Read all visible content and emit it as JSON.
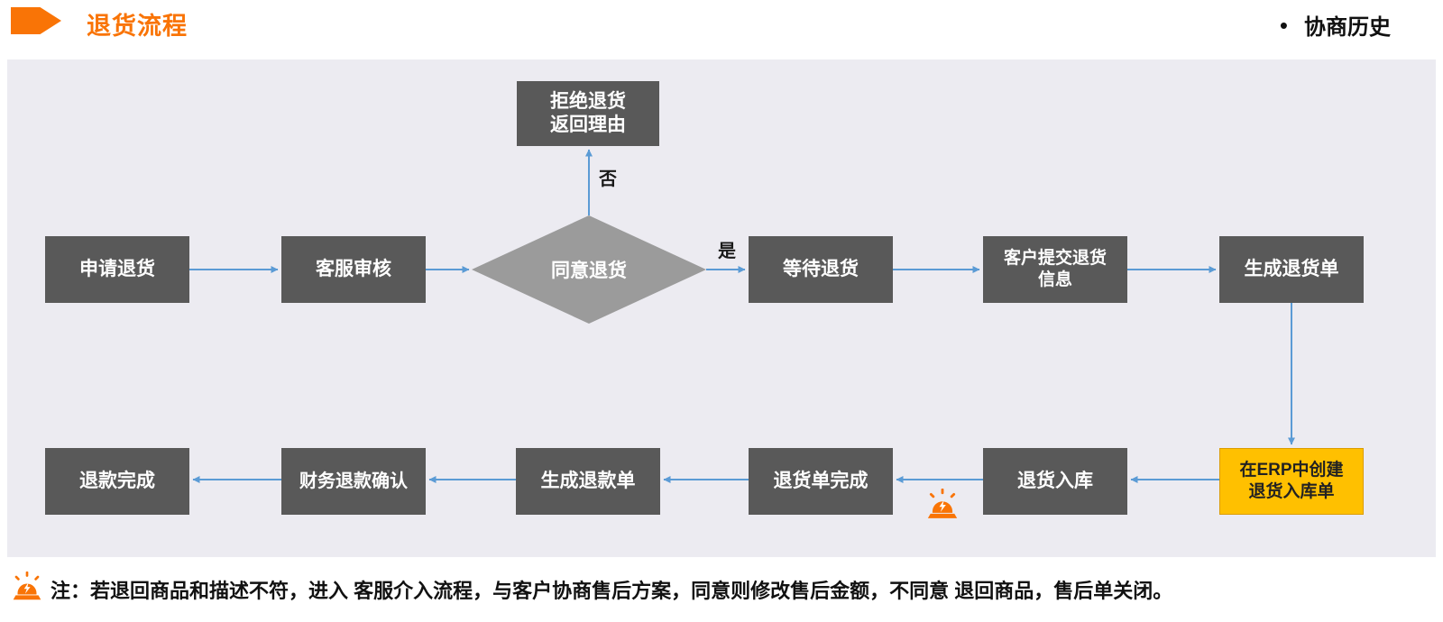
{
  "header": {
    "title": "退货流程",
    "legend_bullet": "•",
    "legend_label": "协商历史"
  },
  "flow": {
    "nodes": {
      "apply": "申请退货",
      "review": "客服审核",
      "decision": "同意退货",
      "reject": "拒绝退货\n返回理由",
      "wait": "等待退货",
      "submit_info": "客户提交退货\n信息",
      "generate_return": "生成退货单",
      "erp": "在ERP中创建\n退货入库单",
      "inbound": "退货入库",
      "return_done": "退货单完成",
      "refund_order": "生成退款单",
      "finance_confirm": "财务退款确认",
      "refund_done": "退款完成"
    },
    "edge_labels": {
      "no": "否",
      "yes": "是"
    }
  },
  "note": {
    "text": "注：若退回商品和描述不符，进入 客服介入流程，与客户协商售后方案，同意则修改售后金额，不同意 退回商品，售后单关闭。"
  },
  "colors": {
    "accent_orange": "#F97406",
    "box_gray": "#595959",
    "diamond_gray": "#9B9B9B",
    "arrow_blue": "#5B9BD5",
    "erp_yellow": "#FFC000",
    "panel_bg": "#ECEBF1"
  }
}
